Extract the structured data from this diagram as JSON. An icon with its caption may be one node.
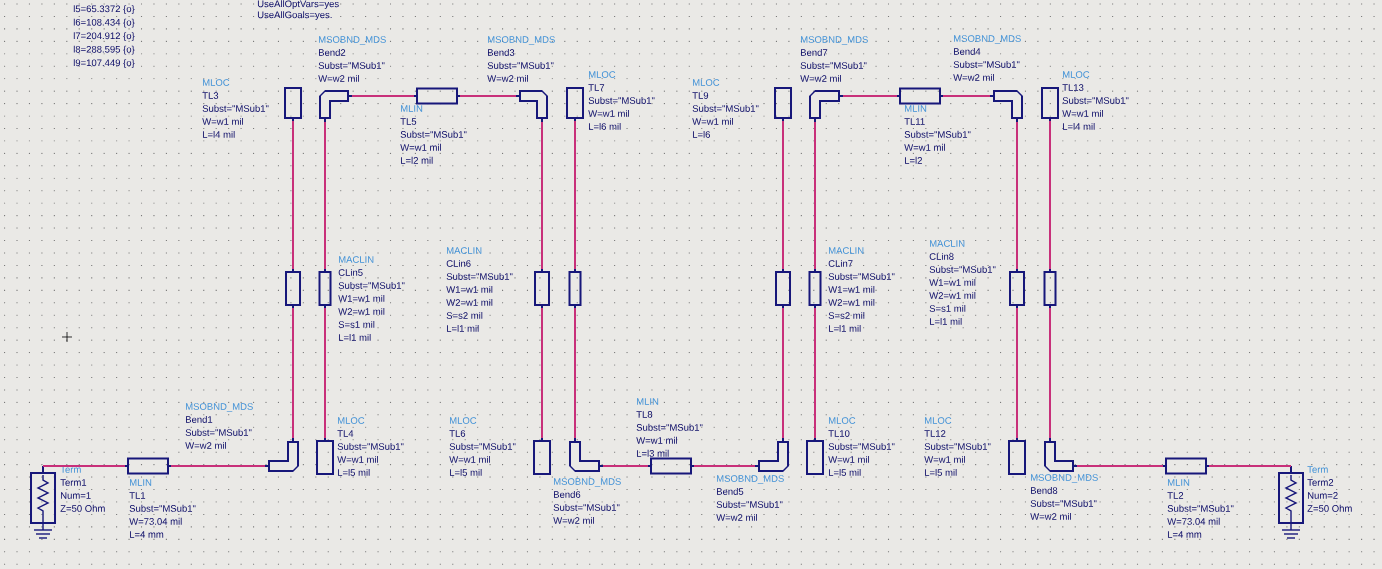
{
  "diagram": {
    "nodes": [
      {
        "text": [
          "Term",
          "Term1",
          "Num=1",
          "Z=50 Ohm"
        ]
      },
      {
        "text": [
          "MLIN",
          "TL1",
          "Subst=\"MSub1\"",
          "W=73.04 mil",
          "L=4 mm"
        ]
      },
      {
        "text": [
          "MSOBND_MDS",
          "Bend1",
          "Subst=\"MSub1\"",
          "W=w2 mil"
        ]
      },
      {
        "text": [
          "MLOC",
          "TL3",
          "Subst=\"MSub1\"",
          "W=w1 mil",
          "L=l4 mil"
        ]
      },
      {
        "text": [
          "MSOBND_MDS",
          "Bend2",
          "Subst=\"MSub1\"",
          "W=w2 mil"
        ]
      },
      {
        "text": [
          "MACLIN",
          "CLin5",
          "Subst=\"MSub1\"",
          "W1=w1 mil",
          "W2=w1 mil",
          "S=s1 mil",
          "L=l1 mil"
        ]
      },
      {
        "text": [
          "MLOC",
          "TL4",
          "Subst=\"MSub1\"",
          "W=w1 mil",
          "L=l5 mil"
        ]
      },
      {
        "text": [
          "MLIN",
          "TL5",
          "Subst=\"MSub1\"",
          "W=w1 mil",
          "L=l2 mil"
        ]
      },
      {
        "text": [
          "MSOBND_MDS",
          "Bend3",
          "Subst=\"MSub1\"",
          "W=w2 mil"
        ]
      },
      {
        "text": [
          "MLOC",
          "TL7",
          "Subst=\"MSub1\"",
          "W=w1 mil",
          "L=l6 mil"
        ]
      },
      {
        "text": [
          "MACLIN",
          "CLin6",
          "Subst=\"MSub1\"",
          "W1=w1 mil",
          "W2=w1 mil",
          "S=s2 mil",
          "L=l1 mil"
        ]
      },
      {
        "text": [
          "MLOC",
          "TL6",
          "Subst=\"MSub1\"",
          "W=w1 mil",
          "L=l5 mil"
        ]
      },
      {
        "text": [
          "MSOBND_MDS",
          "Bend6",
          "Subst=\"MSub1\"",
          "W=w2 mil"
        ]
      },
      {
        "text": [
          "MLIN",
          "TL8",
          "Subst=\"MSub1\"",
          "W=w1 mil",
          "L=l3 mil"
        ]
      },
      {
        "text": [
          "MSOBND_MDS",
          "Bend5",
          "Subst=\"MSub1\"",
          "W=w2 mil"
        ]
      },
      {
        "text": [
          "MLOC",
          "TL9",
          "Subst=\"MSub1\"",
          "W=w1 mil",
          "L=l6"
        ]
      },
      {
        "text": [
          "MSOBND_MDS",
          "Bend7",
          "Subst=\"MSub1\"",
          "W=w2 mil"
        ]
      },
      {
        "text": [
          "MACLIN",
          "CLin7",
          "Subst=\"MSub1\"",
          "W1=w1 mil",
          "W2=w1 mil",
          "S=s2 mil",
          "L=l1 mil"
        ]
      },
      {
        "text": [
          "MLOC",
          "TL10",
          "Subst=\"MSub1\"",
          "W=w1 mil",
          "L=l5 mil"
        ]
      },
      {
        "text": [
          "MLIN",
          "TL11",
          "Subst=\"MSub1\"",
          "W=w1 mil",
          "L=l2"
        ]
      },
      {
        "text": [
          "MSOBND_MDS",
          "Bend4",
          "Subst=\"MSub1\"",
          "W=w2 mil"
        ]
      },
      {
        "text": [
          "MLOC",
          "TL13",
          "Subst=\"MSub1\"",
          "W=w1 mil",
          "L=l4 mil"
        ]
      },
      {
        "text": [
          "MACLIN",
          "CLin8",
          "Subst=\"MSub1\"",
          "W1=w1 mil",
          "W2=w1 mil",
          "S=s1 mil",
          "L=l1 mil"
        ]
      },
      {
        "text": [
          "MLOC",
          "TL12",
          "Subst=\"MSub1\"",
          "W=w1 mil",
          "L=l5 mil"
        ]
      },
      {
        "text": [
          "MSOBND_MDS",
          "Bend8",
          "Subst=\"MSub1\"",
          "W=w2 mil"
        ]
      },
      {
        "text": [
          "MLIN",
          "TL2",
          "Subst=\"MSub1\"",
          "W=73.04 mil",
          "L=4 mm"
        ]
      },
      {
        "text": [
          "Term",
          "Term2",
          "Num=2",
          "Z=50 Ohm"
        ]
      }
    ],
    "edges": [
      {
        "from": 0,
        "to": 1,
        "arrow": "none"
      },
      {
        "from": 1,
        "to": 2,
        "arrow": "none"
      },
      {
        "from": 2,
        "to": 5,
        "arrow": "none"
      },
      {
        "from": 5,
        "to": 3,
        "arrow": "none"
      },
      {
        "from": 5,
        "to": 4,
        "arrow": "none"
      },
      {
        "from": 5,
        "to": 6,
        "arrow": "none"
      },
      {
        "from": 4,
        "to": 7,
        "arrow": "none"
      },
      {
        "from": 7,
        "to": 8,
        "arrow": "none"
      },
      {
        "from": 8,
        "to": 10,
        "arrow": "none"
      },
      {
        "from": 10,
        "to": 11,
        "arrow": "none"
      },
      {
        "from": 10,
        "to": 9,
        "arrow": "none"
      },
      {
        "from": 10,
        "to": 12,
        "arrow": "none"
      },
      {
        "from": 12,
        "to": 13,
        "arrow": "none"
      },
      {
        "from": 13,
        "to": 14,
        "arrow": "none"
      },
      {
        "from": 14,
        "to": 17,
        "arrow": "none"
      },
      {
        "from": 17,
        "to": 15,
        "arrow": "none"
      },
      {
        "from": 17,
        "to": 16,
        "arrow": "none"
      },
      {
        "from": 17,
        "to": 18,
        "arrow": "none"
      },
      {
        "from": 16,
        "to": 19,
        "arrow": "none"
      },
      {
        "from": 19,
        "to": 20,
        "arrow": "none"
      },
      {
        "from": 20,
        "to": 22,
        "arrow": "none"
      },
      {
        "from": 22,
        "to": 23,
        "arrow": "none"
      },
      {
        "from": 22,
        "to": 21,
        "arrow": "none"
      },
      {
        "from": 22,
        "to": 24,
        "arrow": "none"
      },
      {
        "from": 24,
        "to": 25,
        "arrow": "none"
      },
      {
        "from": 25,
        "to": 26,
        "arrow": "none"
      }
    ],
    "labels": [
      "UseAllOptVars=yes",
      "l5=65.3372 {o}",
      "UseAllGoals=yes.",
      "l6=108.434 {o}",
      "l7=204.912 {o}",
      "l8=288.595 {o}",
      "l9=107.449 {o}"
    ]
  }
}
